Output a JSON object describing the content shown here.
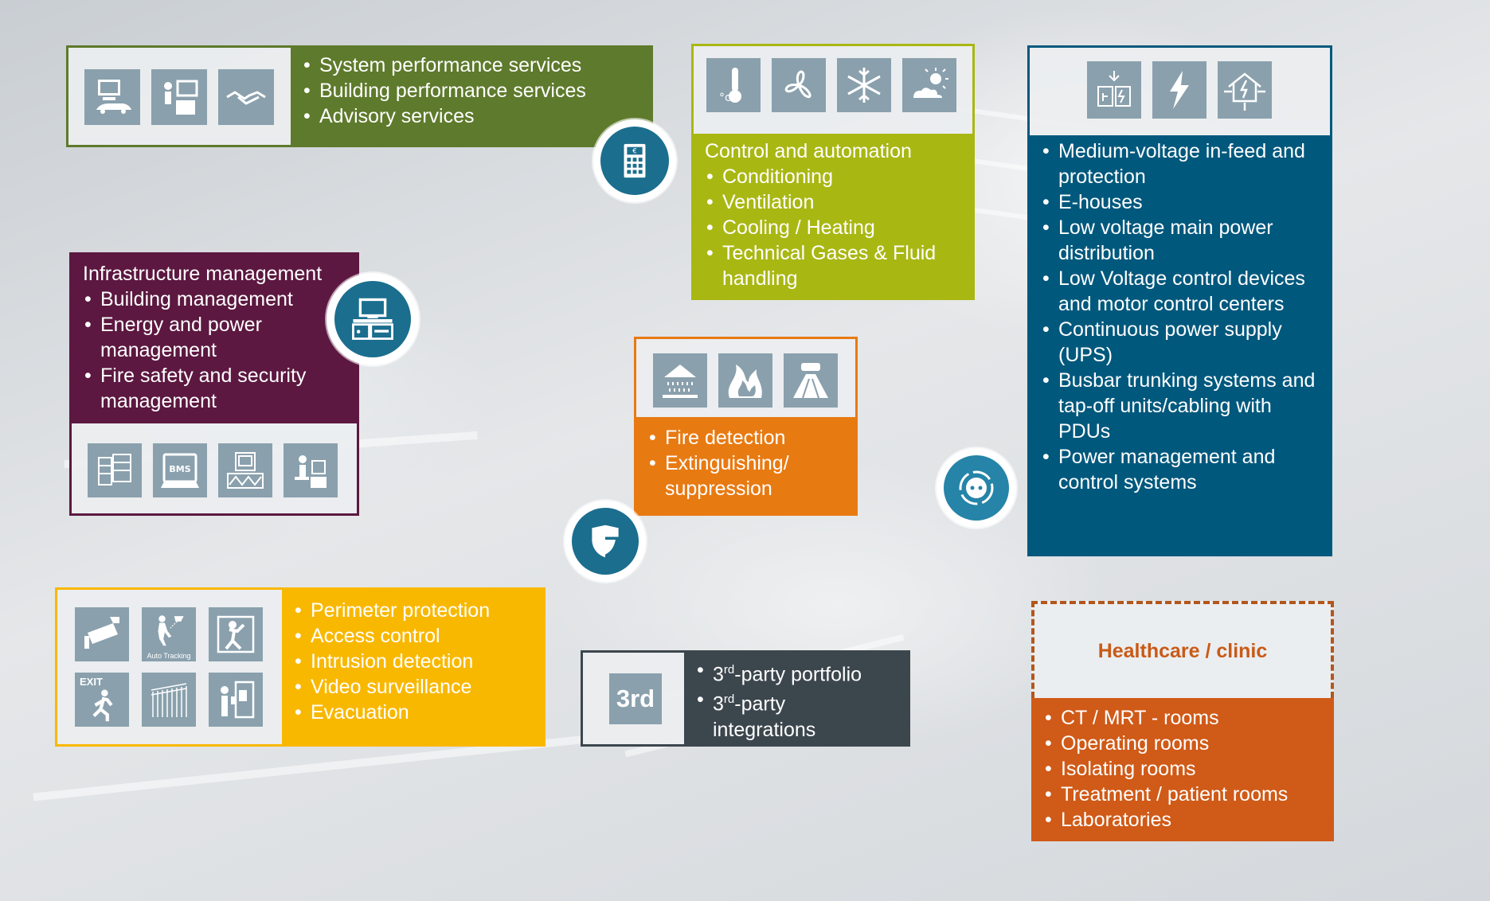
{
  "services": {
    "items": [
      "System performance services",
      "Building performance services",
      "Advisory services"
    ],
    "color": "#5e7a2c"
  },
  "hvac": {
    "heading": "Control and automation",
    "items": [
      "Conditioning",
      "Ventilation",
      "Cooling / Heating",
      "Technical Gases & Fluid handling"
    ],
    "color": "#a9b713"
  },
  "power": {
    "items": [
      "Medium-voltage in-feed and protection",
      "E-houses",
      "Low voltage main power distribution",
      "Low Voltage control devices and motor control centers",
      "Continuous power supply (UPS)",
      "Busbar trunking systems and tap-off units/cabling with PDUs",
      "Power management and control systems"
    ],
    "color": "#00587d"
  },
  "infrastructure": {
    "heading": "Infrastructure management",
    "items": [
      "Building management",
      "Energy and power management",
      "Fire safety and security management"
    ],
    "bms_label": "BMS",
    "color": "#5c1840"
  },
  "fire": {
    "items": [
      "Fire detection",
      "Extinguishing/ suppression"
    ],
    "color": "#e87a12"
  },
  "security": {
    "items": [
      "Perimeter protection",
      "Access control",
      "Intrusion detection",
      "Video surveillance",
      "Evacuation"
    ],
    "auto_tracking_label": "Auto Tracking",
    "exit_label": "EXIT",
    "color": "#f9b800"
  },
  "third_party": {
    "badge": "3rd",
    "item1_pre": "3",
    "item1_sup": "rd",
    "item1_post": "-party portfolio",
    "item2_pre": "3",
    "item2_sup": "rd",
    "item2_post": "-party integrations",
    "color": "#3c464d"
  },
  "healthcare": {
    "title": "Healthcare / clinic",
    "items": [
      "CT / MRT - rooms",
      "Operating rooms",
      "Isolating rooms",
      "Treatment / patient rooms",
      "Laboratories"
    ],
    "color": "#d05a17"
  },
  "icons": {
    "services": [
      "computer-car-icon",
      "workstation-user-icon",
      "handshake-icon"
    ],
    "hvac": [
      "thermometer-icon",
      "fan-icon",
      "snowflake-icon",
      "sun-cloud-icon"
    ],
    "power": [
      "switchgear-icon",
      "lightning-icon",
      "house-power-icon"
    ],
    "infrastructure": [
      "server-cabinets-icon",
      "bms-monitor-icon",
      "control-panel-icon",
      "operator-desk-icon"
    ],
    "fire": [
      "sprinkler-icon",
      "flame-icon",
      "smoke-detector-icon"
    ],
    "security": [
      "camera-icon",
      "auto-tracking-icon",
      "intruder-icon",
      "exit-sign-icon",
      "fence-icon",
      "access-door-icon"
    ],
    "circles": [
      "calculator-euro-icon",
      "computer-station-icon",
      "shield-icon",
      "power-socket-icon"
    ]
  }
}
